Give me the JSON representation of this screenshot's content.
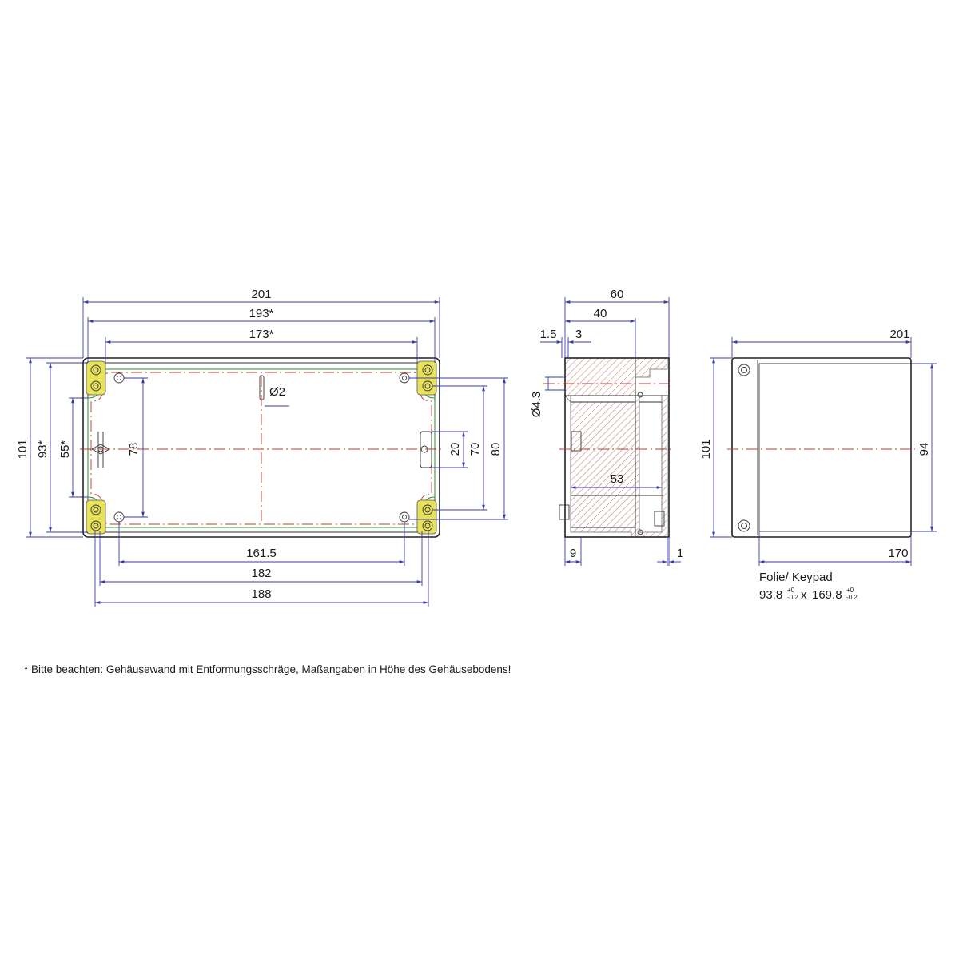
{
  "top_view": {
    "dim_width_outer": "201",
    "dim_width_wall": "193*",
    "dim_width_inner": "173*",
    "dim_hole_diameter": "Ø2",
    "dim_height_outer": "101",
    "dim_height_wall": "93*",
    "dim_height_inner": "55*",
    "dim_rib_height": "78",
    "dim_slot_20": "20",
    "dim_slot_70": "70",
    "dim_slot_80": "80",
    "dim_mount_161": "161.5",
    "dim_mount_182": "182",
    "dim_mount_188": "188"
  },
  "side_view": {
    "dim_depth_total": "60",
    "dim_depth_base": "40",
    "dim_lid_1_5": "1.5",
    "dim_lid_3": "3",
    "dim_screw_diameter": "Ø4.3",
    "dim_inner_53": "53",
    "dim_bottom_9": "9",
    "dim_wall_1": "1"
  },
  "lid_view": {
    "dim_width": "201",
    "dim_height": "101",
    "dim_keypad_height": "94",
    "dim_keypad_width": "170",
    "keypad_label": "Folie/ Keypad",
    "keypad_size_a": "93.8",
    "keypad_tol_plus": "+0",
    "keypad_tol_minus": "-0.2",
    "keypad_times": "x",
    "keypad_size_b": "169.8"
  },
  "footnote": "* Bitte beachten: Gehäusewand mit Entformungsschräge, Maßangaben in Höhe des Gehäusebodens!"
}
